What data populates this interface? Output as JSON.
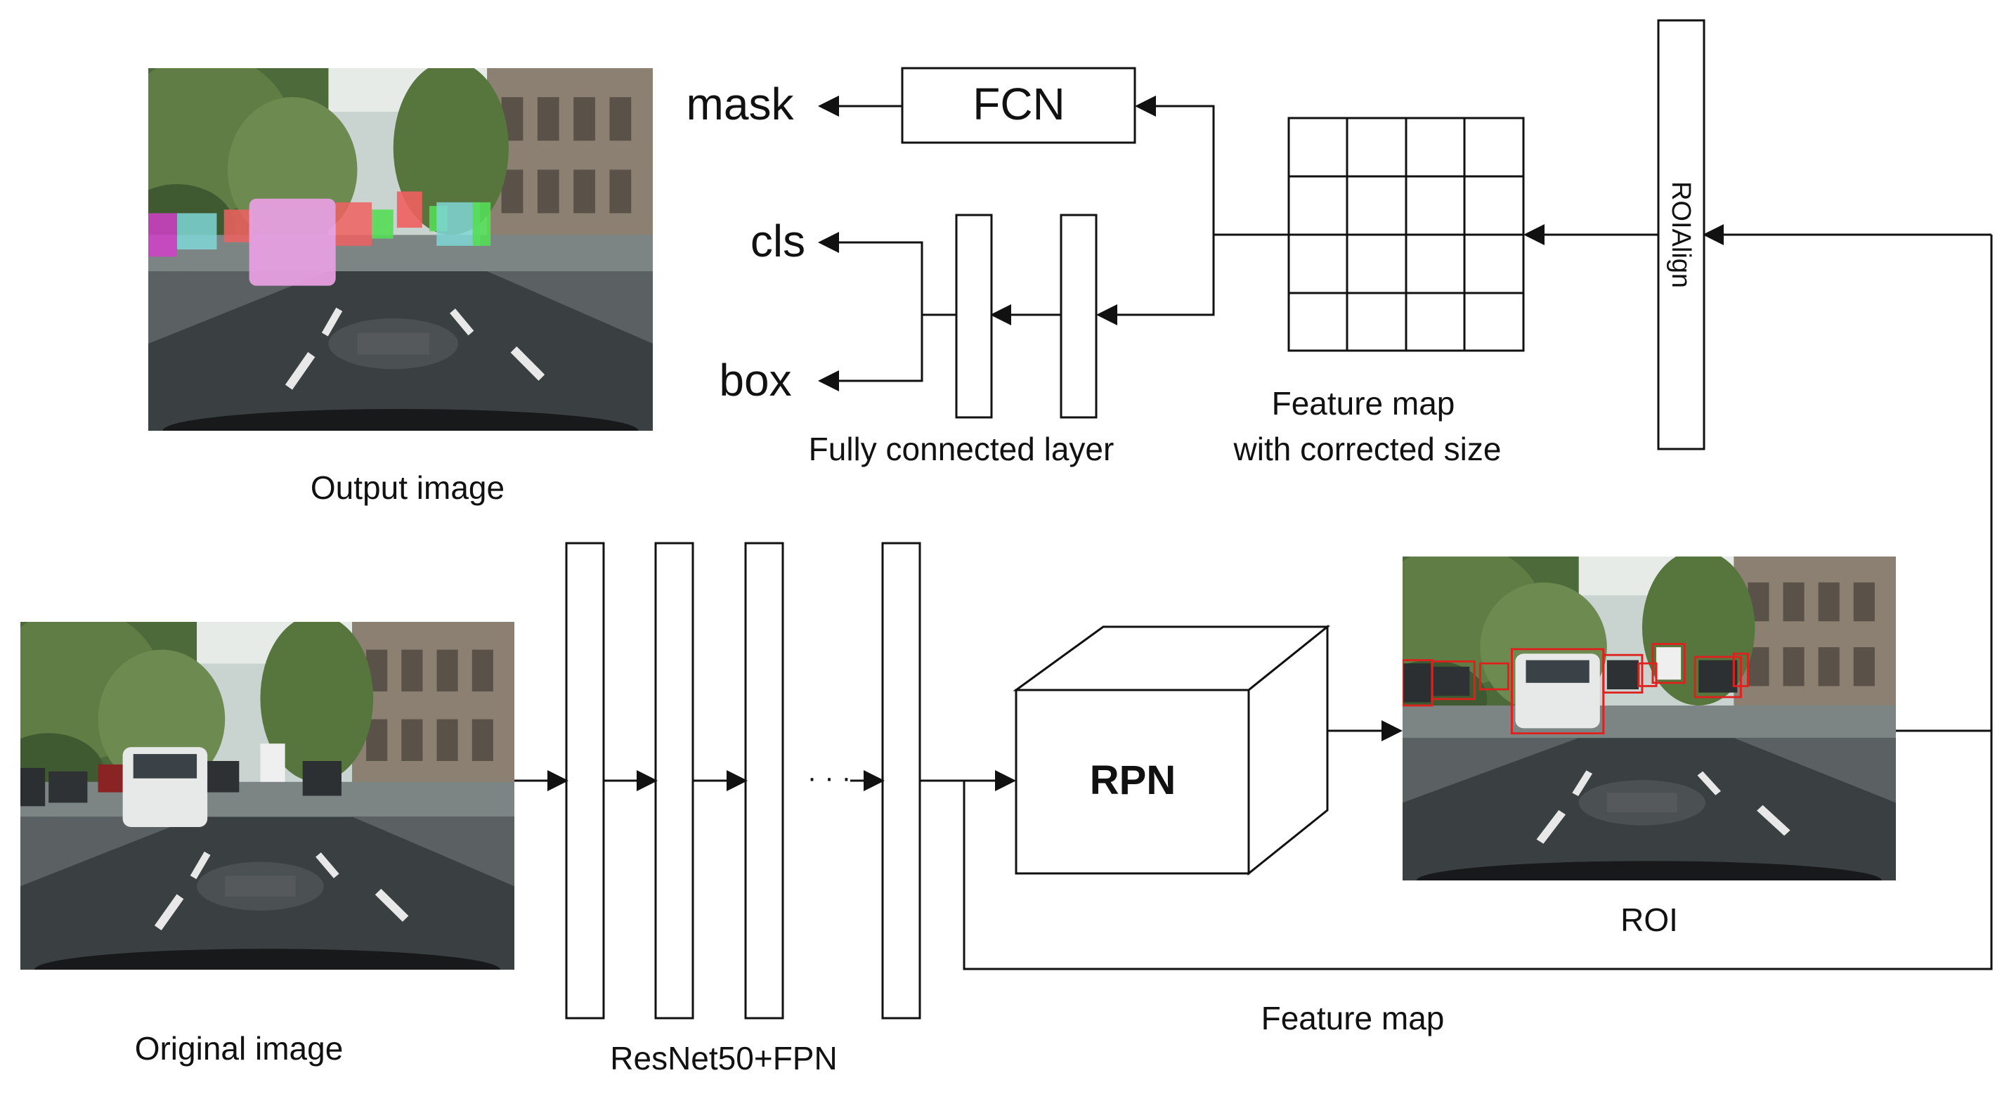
{
  "diagram": {
    "labels": {
      "output_image": "Output image",
      "original_image": "Original image",
      "resnet": "ResNet50+FPN",
      "fully_connected": "Fully connected layer",
      "feature_map_corrected_line1": "Feature map",
      "feature_map_corrected_line2": "with corrected size",
      "roialign": "ROIAlign",
      "fcn": "FCN",
      "rpn": "RPN",
      "roi": "ROI",
      "feature_map": "Feature map",
      "mask": "mask",
      "cls": "cls",
      "box": "box",
      "ellipsis": "· · ·"
    },
    "colors": {
      "stroke": "#111111",
      "mask_pink": "#e79fe0",
      "mask_cyan": "#7fd6d6",
      "mask_red": "#f06060",
      "mask_green": "#55dd55",
      "mask_magenta": "#d040c8",
      "roi_box_red": "#e0201c"
    }
  }
}
